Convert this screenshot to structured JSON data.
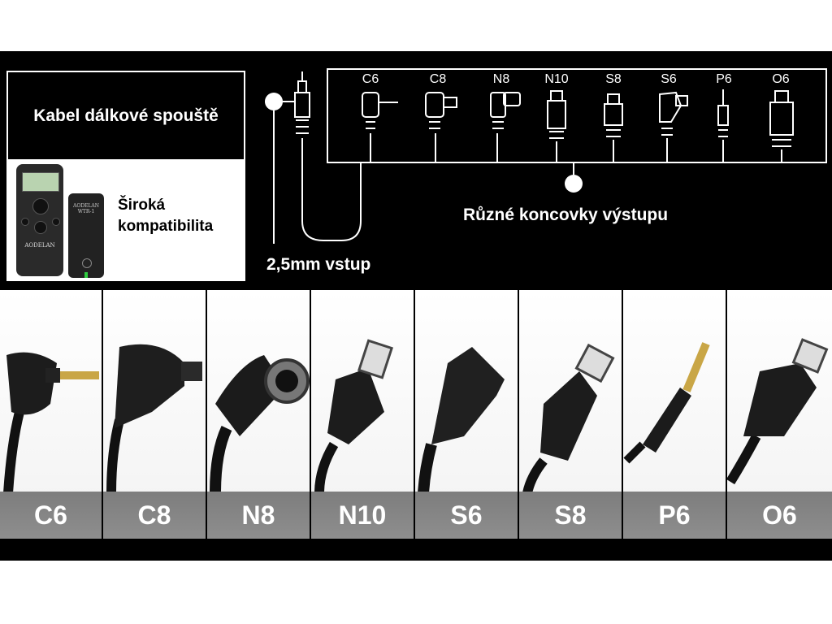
{
  "title": "Kabel dálkové spouště",
  "compatibility": "Široká kompatibilita",
  "input_label": "2,5mm vstup",
  "outputs_label": "Různé koncovky výstupu",
  "remote": {
    "brand": "AODELAN",
    "model": "WTR-1"
  },
  "diagram_connectors": [
    "C6",
    "C8",
    "N8",
    "N10",
    "S8",
    "S6",
    "P6",
    "O6"
  ],
  "photo_connectors": [
    "C6",
    "C8",
    "N8",
    "N10",
    "S6",
    "S8",
    "P6",
    "O6"
  ],
  "colors": {
    "banner": "#000000",
    "label_bar": "#858585",
    "text": "#ffffff"
  }
}
